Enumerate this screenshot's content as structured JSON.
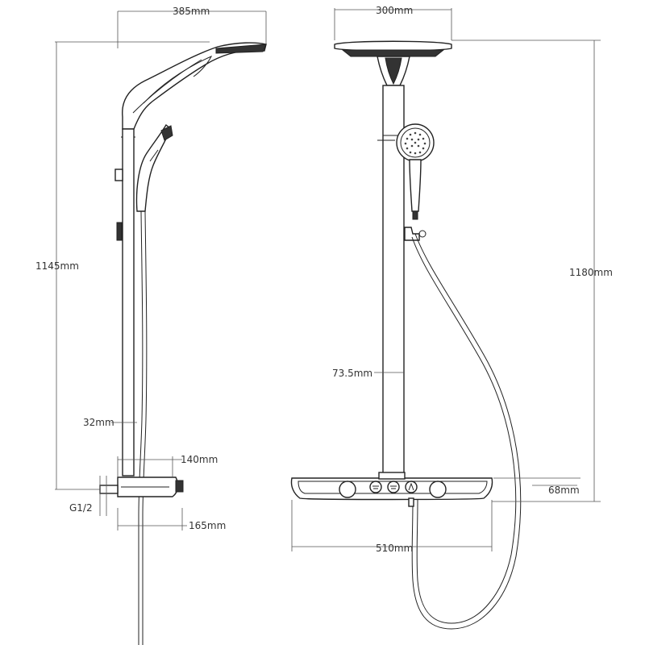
{
  "colors": {
    "line": "#222222",
    "dim": "#555555",
    "text": "#333333",
    "background": "#ffffff"
  },
  "side_view": {
    "width_top": "385mm",
    "height_total": "1145mm",
    "pipe_diameter": "32mm",
    "shelf_depth": "140mm",
    "shelf_total": "165mm",
    "inlet_thread": "G1/2"
  },
  "front_view": {
    "head_diameter": "300mm",
    "height_total": "1180mm",
    "pipe_offset": "73.5mm",
    "shelf_height": "68mm",
    "shelf_width": "510mm"
  }
}
